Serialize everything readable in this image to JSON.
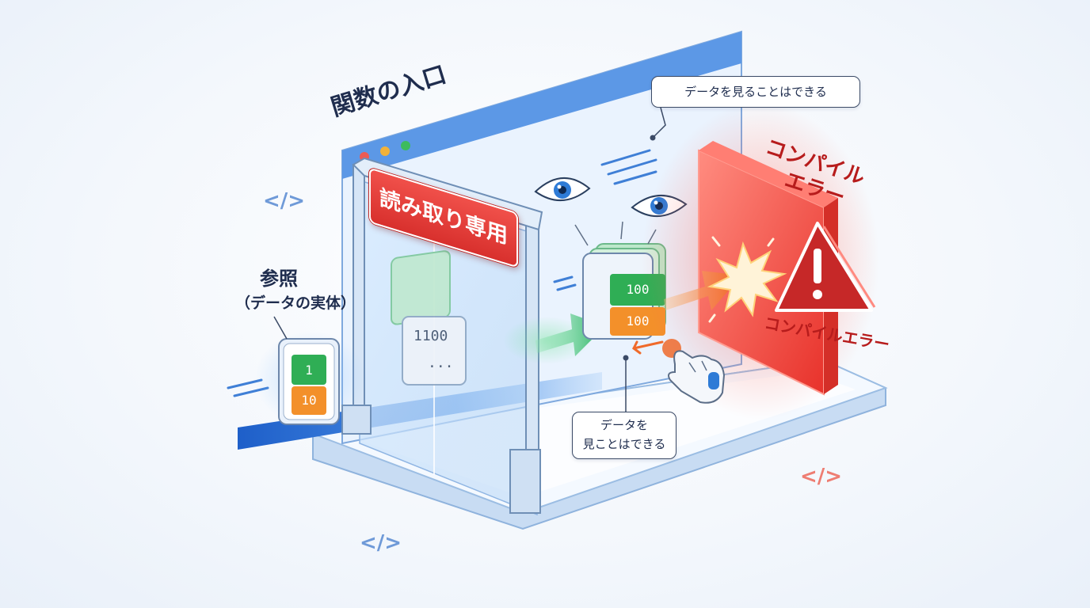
{
  "title": "関数の入口",
  "reference": {
    "line1": "参照",
    "line2": "（データの実体）"
  },
  "read_only_label": "読み取り専用",
  "callout_top": "データを見ることはできる",
  "callout_bottom": {
    "line1": "データを",
    "line2": "見ことはできる"
  },
  "compile_error_title": {
    "line1": "コンパイル",
    "line2": "エラー"
  },
  "compile_error_lower": "コンパイルエラー",
  "original_card": {
    "top": "1",
    "bottom": "10"
  },
  "ghost_card": {
    "value": "1100",
    "dots": "..."
  },
  "viewed_card": {
    "top": "100",
    "bottom": "100"
  },
  "code_tags": [
    "</>",
    "</>",
    "</>"
  ],
  "colors": {
    "accent_blue": "#3d82d8",
    "error_red": "#e8453c",
    "card_green": "#2fae55",
    "card_orange": "#f3902a",
    "arrow_green": "#2fbf6a",
    "arrow_orange": "#f47a2a",
    "eye_blue": "#2e7bd6"
  },
  "icons": [
    "eye-icon",
    "eye-icon",
    "warning-icon",
    "explosion-icon",
    "robot-hand-icon",
    "code-tag-icon"
  ]
}
